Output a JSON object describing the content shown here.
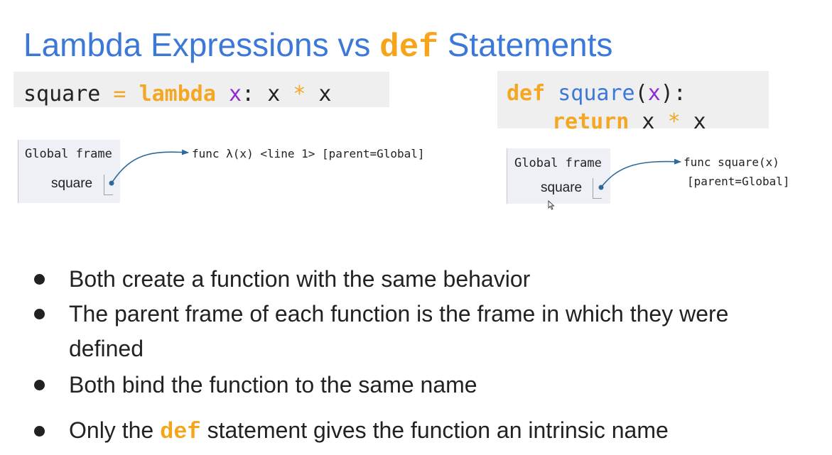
{
  "title": {
    "before": "Lambda Expressions vs ",
    "keyword": "def",
    "after": " Statements"
  },
  "lambda_code": {
    "name": "square",
    "assign": " = ",
    "keyword": "lambda",
    "param": "x",
    "colon": ": ",
    "expr_left": "x ",
    "op": "*",
    "expr_right": " x"
  },
  "def_code": {
    "keyword": "def",
    "name": "square",
    "open": "(",
    "param": "x",
    "close": "):",
    "return_keyword": "return",
    "expr_left": " x ",
    "op": "*",
    "expr_right": " x"
  },
  "lambda_diagram": {
    "frame_label": "Global frame",
    "variable": "square",
    "func_text": "func λ(x) <line 1> [parent=Global]"
  },
  "def_diagram": {
    "frame_label": "Global frame",
    "variable": "square",
    "func_line1": "func square(x)",
    "func_line2": "[parent=Global]"
  },
  "bullets": {
    "b1": "Both create a function with the same behavior",
    "b2_line1": "The parent frame of each function is the frame in which they were",
    "b2_line2": "defined",
    "b3": "Both bind the function to the same name",
    "b4_before": "Only the ",
    "b4_keyword": "def",
    "b4_after": " statement gives the function an intrinsic name"
  },
  "colors": {
    "title_blue": "#3c78d8",
    "keyword_orange": "#f6a51a",
    "param_purple": "#8f2bd5",
    "arrow_blue": "#2e6a99"
  },
  "icons": {
    "cursor": "mouse-pointer-icon"
  }
}
